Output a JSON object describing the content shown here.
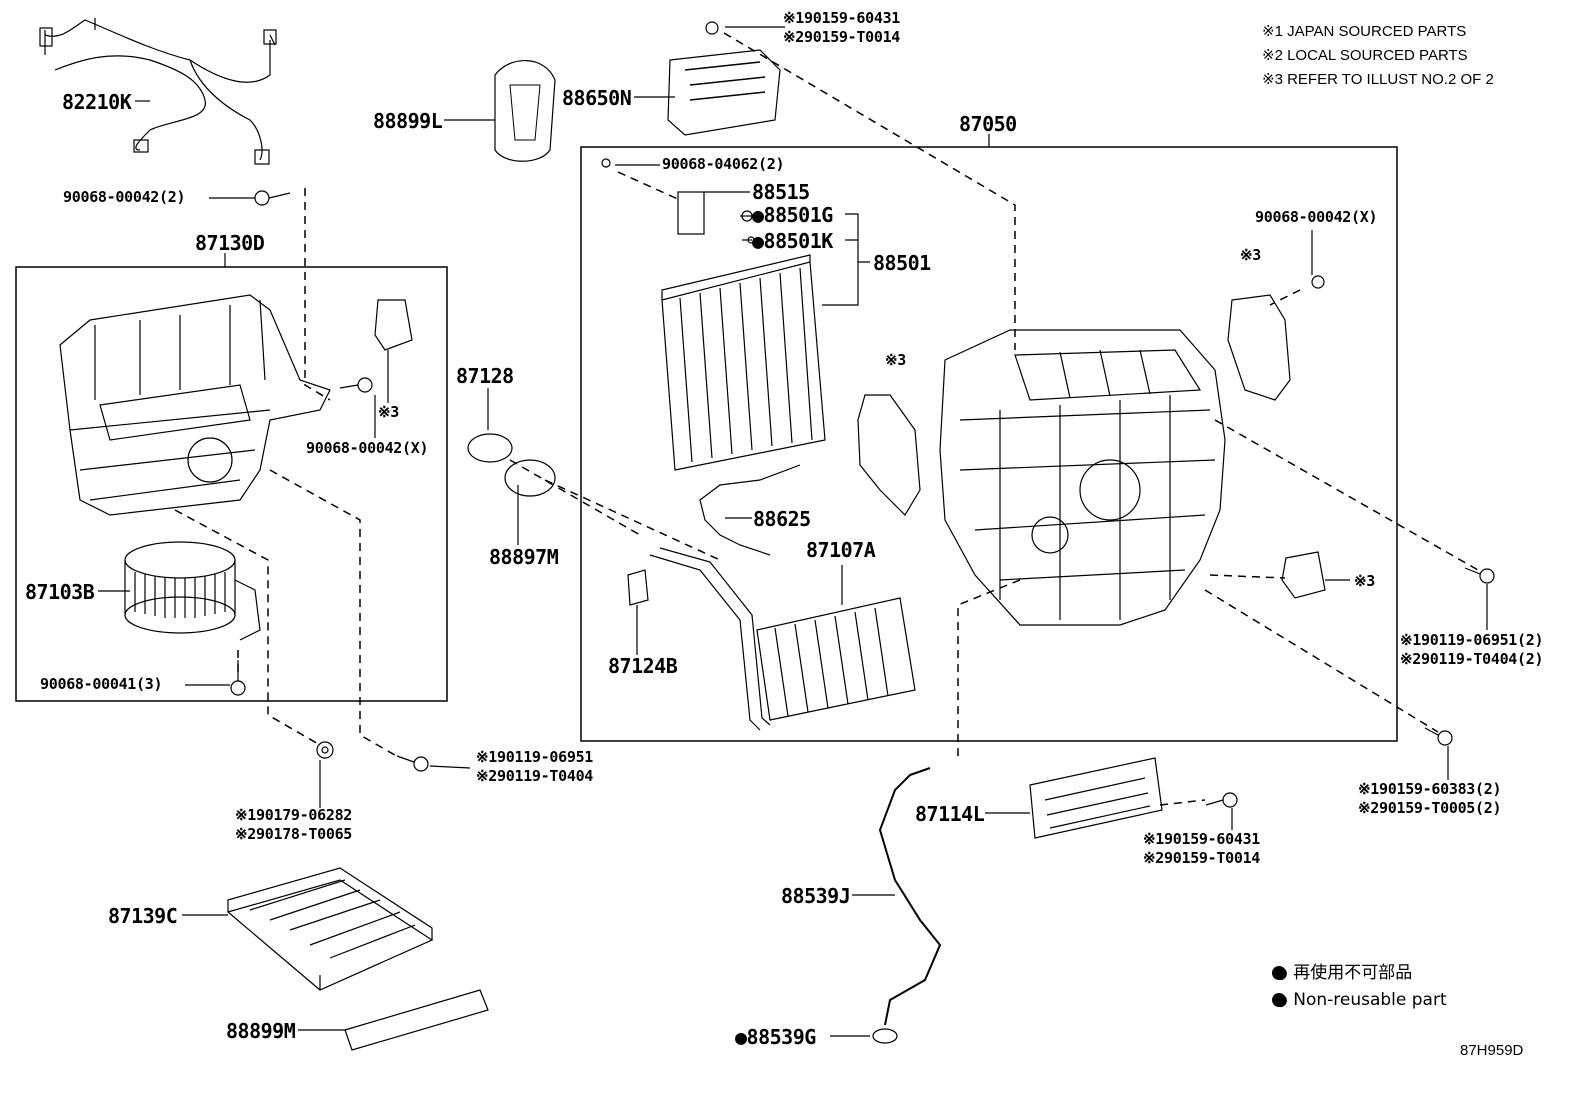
{
  "notes": [
    "※1 JAPAN SOURCED PARTS",
    "※2 LOCAL SOURCED PARTS",
    "※3 REFER TO ILLUST NO.2 OF 2"
  ],
  "legend": [
    "● 再使用不可部品",
    "● Non-reusable part"
  ],
  "illustration_code": "87H959D",
  "parts": {
    "p82210K": "82210K",
    "p90068_00042_2": "90068-00042(2)",
    "p87130D": "87130D",
    "p90068_00042_X_left": "90068-00042(X)",
    "ref3_a": "※3",
    "p87103B": "87103B",
    "p90068_00041_3": "90068-00041(3)",
    "p190179_06282": "※190179-06282",
    "p290178_T0065": "※290178-T0065",
    "p190119_06951": "※190119-06951",
    "p290119_T0404": "※290119-T0404",
    "p87139C": "87139C",
    "p88899M": "88899M",
    "p88899L": "88899L",
    "p88650N": "88650N",
    "p190159_60431_top": "※190159-60431",
    "p290159_T0014_top": "※290159-T0014",
    "p87050": "87050",
    "p90068_04062_2": "90068-04062(2)",
    "p88515": "88515",
    "p88501G": "●88501G",
    "p88501K": "●88501K",
    "p88501": "88501",
    "p87128": "87128",
    "p88897M": "88897M",
    "p88625": "88625",
    "p87107A": "87107A",
    "p87124B": "87124B",
    "ref3_b": "※3",
    "p90068_00042_X_right": "90068-00042(X)",
    "ref3_c": "※3",
    "ref3_d": "※3",
    "p190119_06951_2": "※190119-06951(2)",
    "p290119_T0404_2": "※290119-T0404(2)",
    "p190159_60383_2": "※190159-60383(2)",
    "p290159_T0005_2": "※290159-T0005(2)",
    "p87114L": "87114L",
    "p190159_60431_bot": "※190159-60431",
    "p290159_T0014_bot": "※290159-T0014",
    "p88539J": "88539J",
    "p88539G": "●88539G"
  }
}
